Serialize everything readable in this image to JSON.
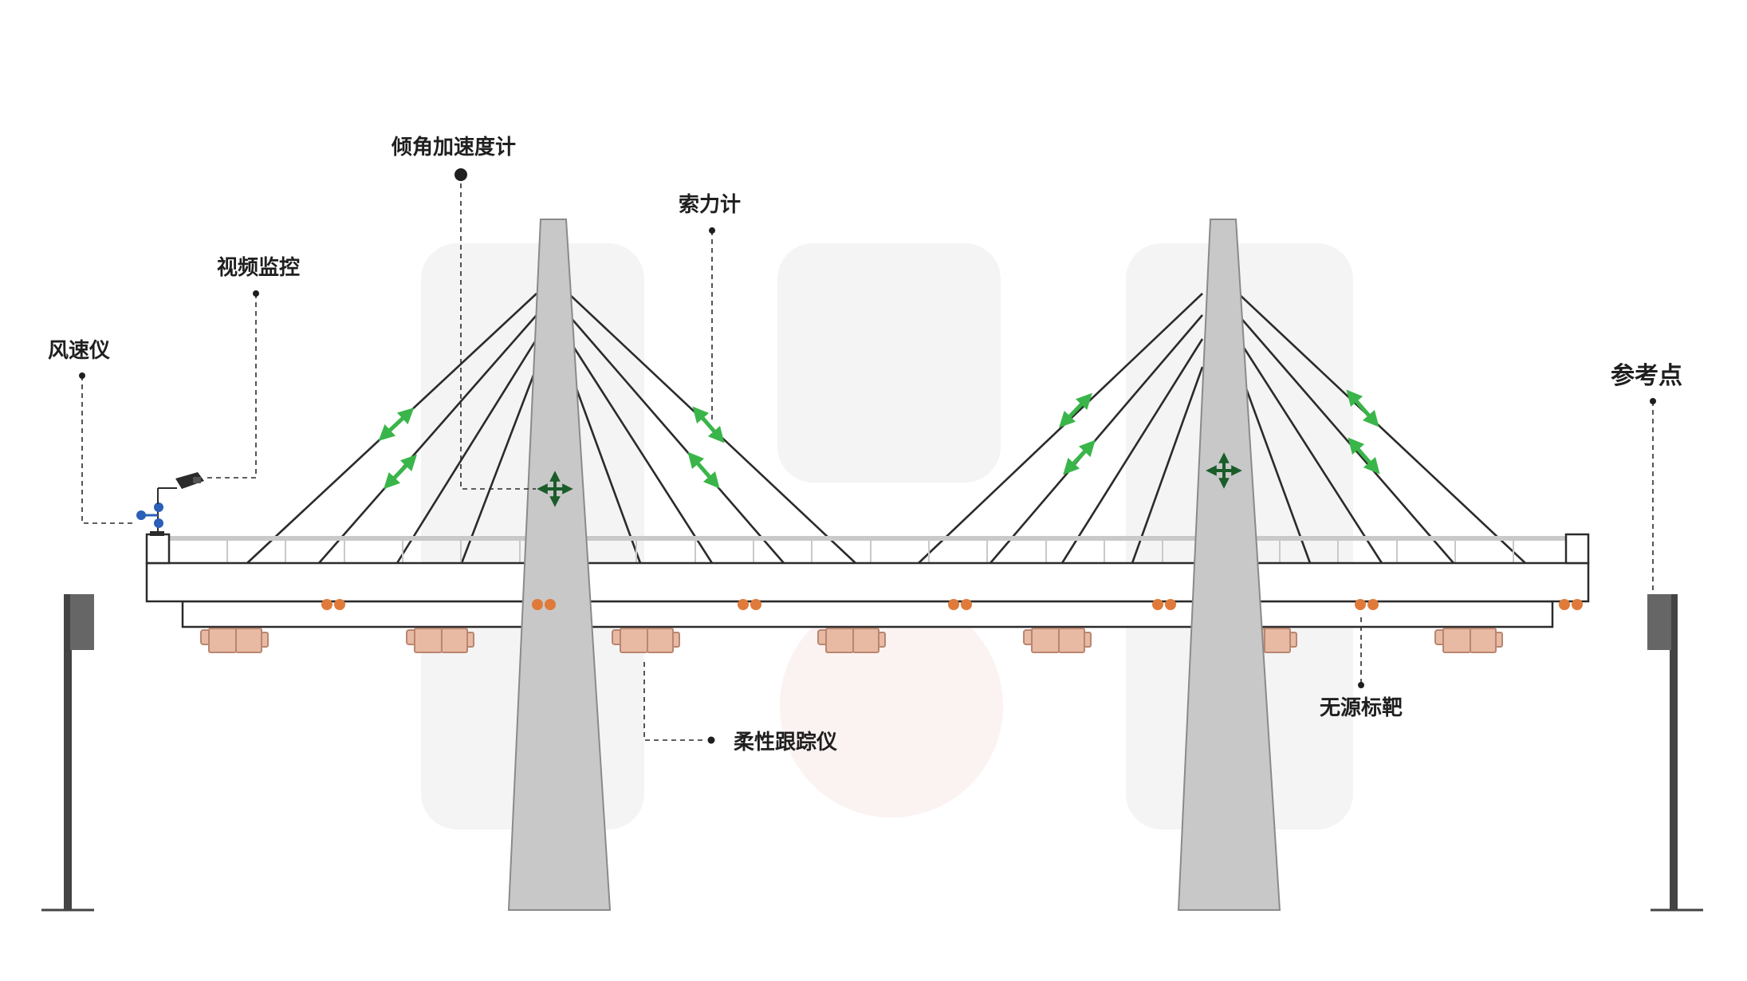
{
  "diagram": {
    "labels": {
      "tilt_accelerometer": "倾角加速度计",
      "cable_force_meter": "索力计",
      "video_monitoring": "视频监控",
      "anemometer": "风速仪",
      "reference_point": "参考点",
      "passive_target": "无源标靶",
      "flexible_tracker": "柔性跟踪仪"
    },
    "colors": {
      "tower_fill": "#c8c8c8",
      "cable": "#2b2b2b",
      "cable_force_arrow": "#3ab54a",
      "accelerometer_arrow": "#1a5c2a",
      "passive_target_dot": "#e07a3a",
      "tracker_body": "#e8b9a3",
      "reference_post": "#444444",
      "anemometer": "#2b5fb8",
      "watermark": "#f4f4f4"
    },
    "icons": {
      "tilt_accelerometer": "four-way-arrow-icon",
      "cable_force_meter": "double-arrow-icon",
      "video_monitoring": "camera-icon",
      "anemometer": "anemometer-icon",
      "reference_point": "reference-post-icon",
      "passive_target": "target-dot-icon",
      "flexible_tracker": "tracker-device-icon"
    }
  }
}
